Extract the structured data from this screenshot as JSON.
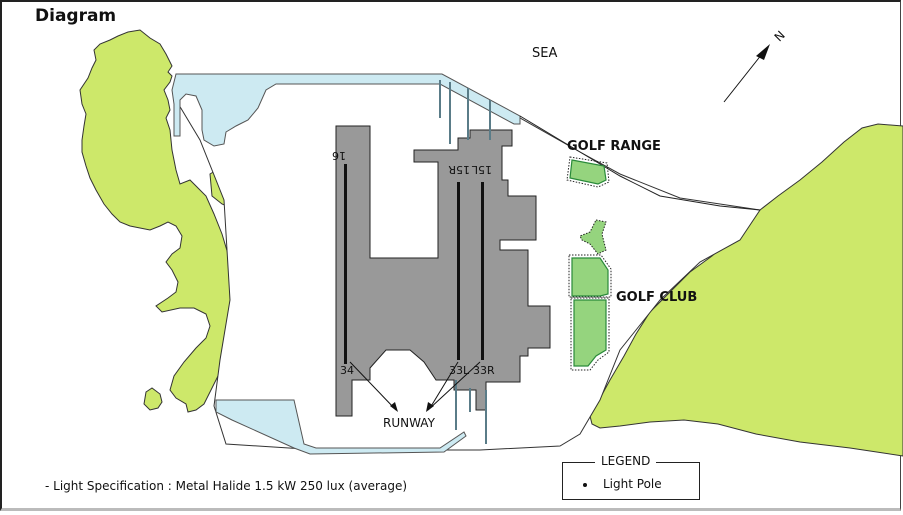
{
  "title": "Diagram",
  "labels": {
    "sea": "SEA",
    "north": "N",
    "golf_range": "GOLF  RANGE",
    "golf_club": "GOLF  CLUB",
    "runway": "RUNWAY"
  },
  "runways": {
    "left_top": "16",
    "left_bottom": "34",
    "right_top_1": "15L",
    "right_top_2": "15R",
    "right_bottom_1": "33L",
    "right_bottom_2": "33R"
  },
  "specification": "- Light Specification : Metal Halide 1.5 kW  250 lux (average)",
  "legend": {
    "title": "LEGEND",
    "items": [
      {
        "symbol": "dot",
        "label": "Light Pole"
      }
    ]
  },
  "colors": {
    "land": "#cde86a",
    "water": "#cdeaf2",
    "airport": "#999999",
    "golf": "#95d47e",
    "golf_border": "#2a8a3a"
  }
}
